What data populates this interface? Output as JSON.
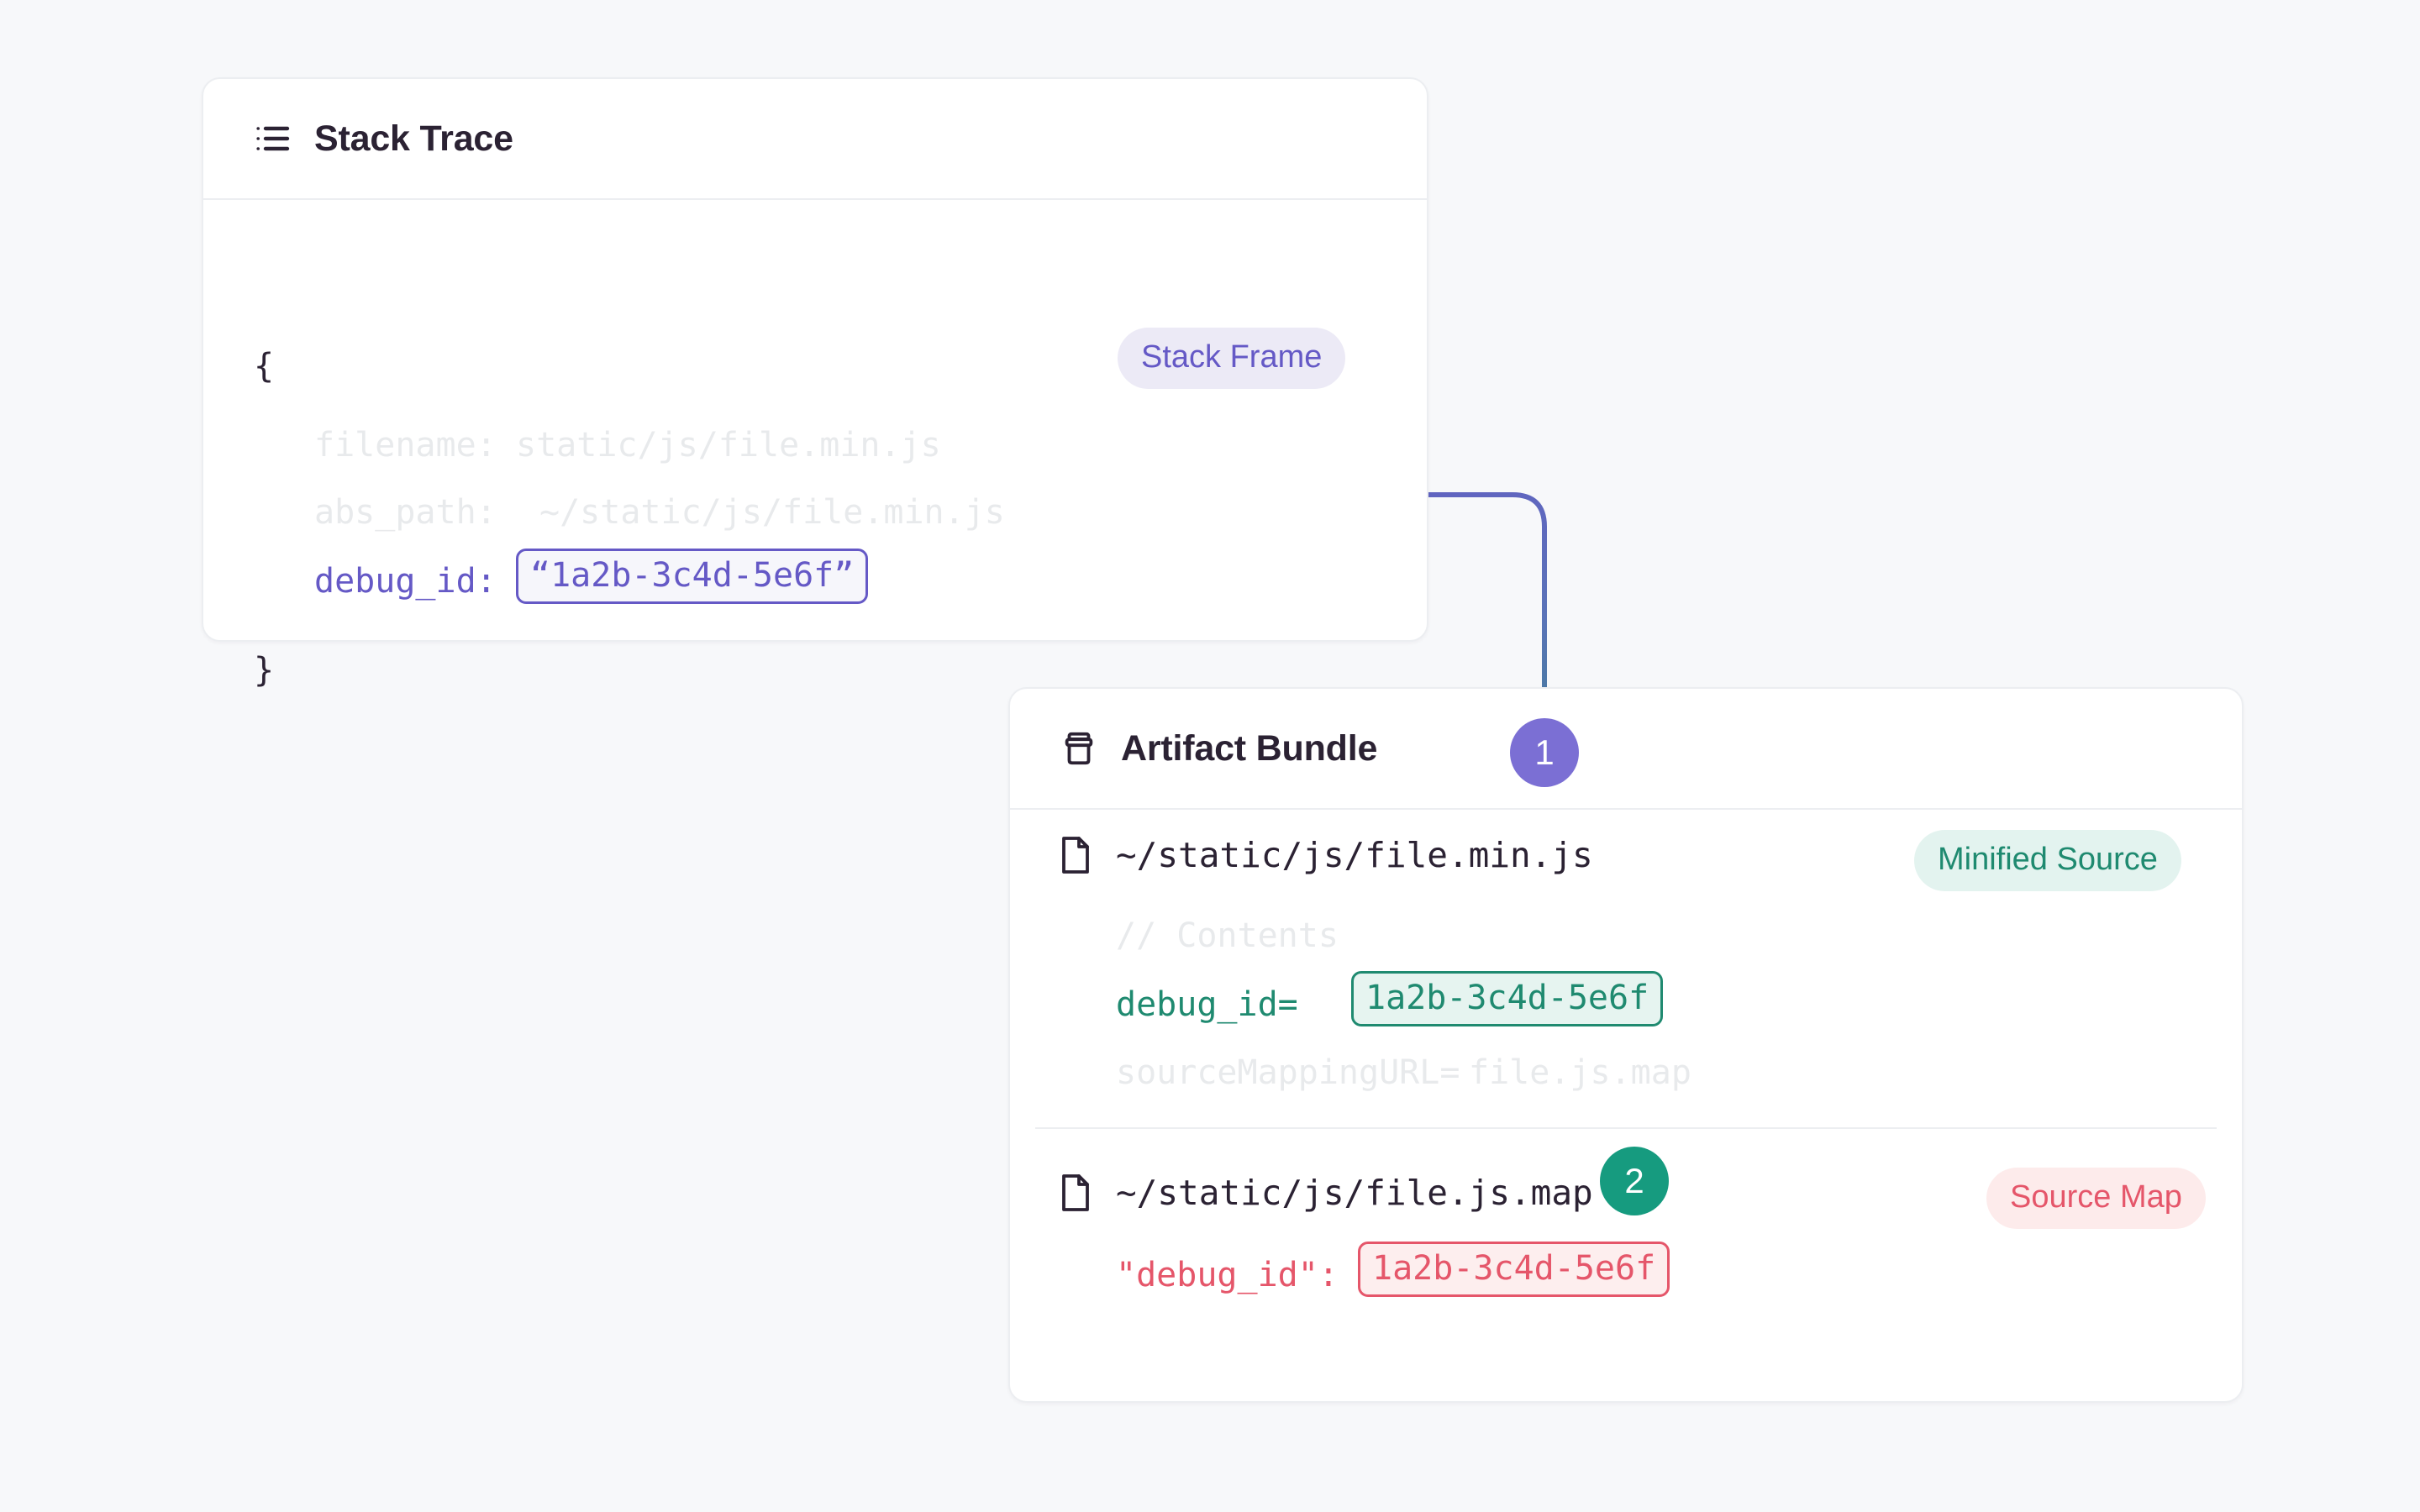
{
  "canvas": {
    "background": "#f7f8fa"
  },
  "colors": {
    "purple": "#6559c6",
    "purple_badge": "#7b6fd4",
    "green": "#1f8a70",
    "green_badge": "#169b7f",
    "red": "#e5566a",
    "text_dark": "#2b2233",
    "faint": "#e8eaec",
    "card_border": "#eceef1"
  },
  "stack_trace_card": {
    "icon": "list-icon",
    "title": "Stack Trace",
    "badge": {
      "label": "Stack Frame",
      "variant": "purple"
    },
    "open_brace": "{",
    "close_brace": "}",
    "lines": [
      {
        "key": "filename:",
        "value": "static/js/file.min.js",
        "style": "faint"
      },
      {
        "key": "abs_path:",
        "value": "~/static/js/file.min.js",
        "style": "faint"
      }
    ],
    "debug_id_line": {
      "key": "debug_id:",
      "value": "“1a2b-3c4d-5e6f”",
      "style": "purple"
    }
  },
  "artifact_bundle_card": {
    "icon": "container-icon",
    "title": "Artifact Bundle",
    "files": [
      {
        "icon": "file-icon",
        "name": "~/static/js/file.min.js",
        "badge": {
          "label": "Minified Source",
          "variant": "green"
        },
        "lines": [
          {
            "text": "// Contents",
            "style": "faint"
          }
        ],
        "debug_id_line": {
          "key": "debug_id=",
          "value": "1a2b-3c4d-5e6f",
          "style": "green"
        },
        "trailing_lines": [
          {
            "key": "sourceMappingURL=",
            "value": "file.js.map",
            "style": "faint"
          }
        ]
      },
      {
        "icon": "file-icon",
        "name": "~/static/js/file.js.map",
        "badge": {
          "label": "Source Map",
          "variant": "red"
        },
        "debug_id_line": {
          "key": "\"debug_id\":",
          "value": "1a2b-3c4d-5e6f",
          "style": "red"
        }
      }
    ]
  },
  "steps": [
    {
      "number": "1",
      "variant": "purple"
    },
    {
      "number": "2",
      "variant": "green"
    }
  ]
}
